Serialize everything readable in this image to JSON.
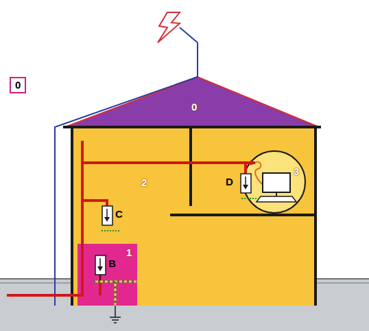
{
  "diagram": {
    "nodes": [
      {
        "text": [
          "0"
        ]
      },
      {
        "text": [
          "0"
        ]
      },
      {
        "text": [
          "2"
        ]
      },
      {
        "text": [
          "1"
        ],
        "in": 2
      },
      {
        "text": [
          "B"
        ],
        "in": 3
      },
      {
        "text": [
          "C"
        ],
        "in": 2
      },
      {
        "text": [
          "3"
        ],
        "in": 2
      },
      {
        "text": [
          "D"
        ],
        "in": 2
      }
    ]
  }
}
